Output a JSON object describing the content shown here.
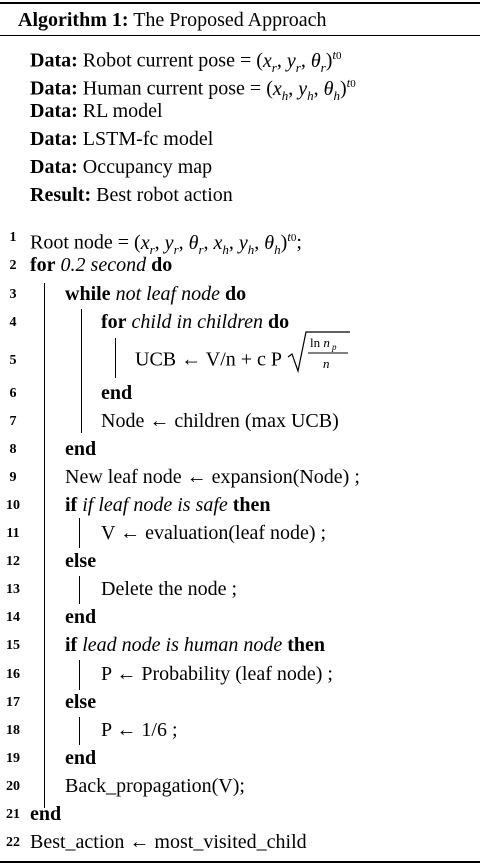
{
  "algorithm": {
    "label": "Algorithm 1:",
    "title": "The Proposed Approach"
  },
  "header_lines": [
    {
      "kw": "Data:",
      "text": "Robot current pose = (x_r, y_r, θ_r)^t0"
    },
    {
      "kw": "Data:",
      "text": "Human current pose = (x_h, y_h, θ_h)^t0"
    },
    {
      "kw": "Data:",
      "text": "RL model"
    },
    {
      "kw": "Data:",
      "text": "LSTM-fc model"
    },
    {
      "kw": "Data:",
      "text": "Occupancy map"
    },
    {
      "kw": "Result:",
      "text": "Best robot action"
    }
  ],
  "lines": [
    {
      "n": "1",
      "text": "Root node = (x_r, y_r, θ_r, x_h, y_h, θ_h)^t0;"
    },
    {
      "n": "2",
      "kw1": "for",
      "cond": "0.2 second",
      "kw2": "do"
    },
    {
      "n": "3",
      "kw1": "while",
      "cond": "not leaf node",
      "kw2": "do"
    },
    {
      "n": "4",
      "kw1": "for",
      "cond": "child in children",
      "kw2": "do"
    },
    {
      "n": "5",
      "text": "UCB ← V/n + c P √(ln n_p / n)"
    },
    {
      "n": "6",
      "kw1": "end"
    },
    {
      "n": "7",
      "text": "Node ← children (max UCB)"
    },
    {
      "n": "8",
      "kw1": "end"
    },
    {
      "n": "9",
      "text": "New leaf node ← expansion(Node) ;"
    },
    {
      "n": "10",
      "kw1": "if",
      "cond": "if leaf node is safe",
      "kw2": "then"
    },
    {
      "n": "11",
      "text": "V ← evaluation(leaf node) ;"
    },
    {
      "n": "12",
      "kw1": "else"
    },
    {
      "n": "13",
      "text": "Delete the node ;"
    },
    {
      "n": "14",
      "kw1": "end"
    },
    {
      "n": "15",
      "kw1": "if",
      "cond": "lead node is human node",
      "kw2": "then"
    },
    {
      "n": "16",
      "text": "P ← Probability (leaf node) ;"
    },
    {
      "n": "17",
      "kw1": "else"
    },
    {
      "n": "18",
      "text": "P ← 1/6 ;"
    },
    {
      "n": "19",
      "kw1": "end"
    },
    {
      "n": "20",
      "text": "Back_propagation(V);"
    },
    {
      "n": "21",
      "kw1": "end"
    },
    {
      "n": "22",
      "text": "Best_action ← most_visited_child"
    }
  ]
}
